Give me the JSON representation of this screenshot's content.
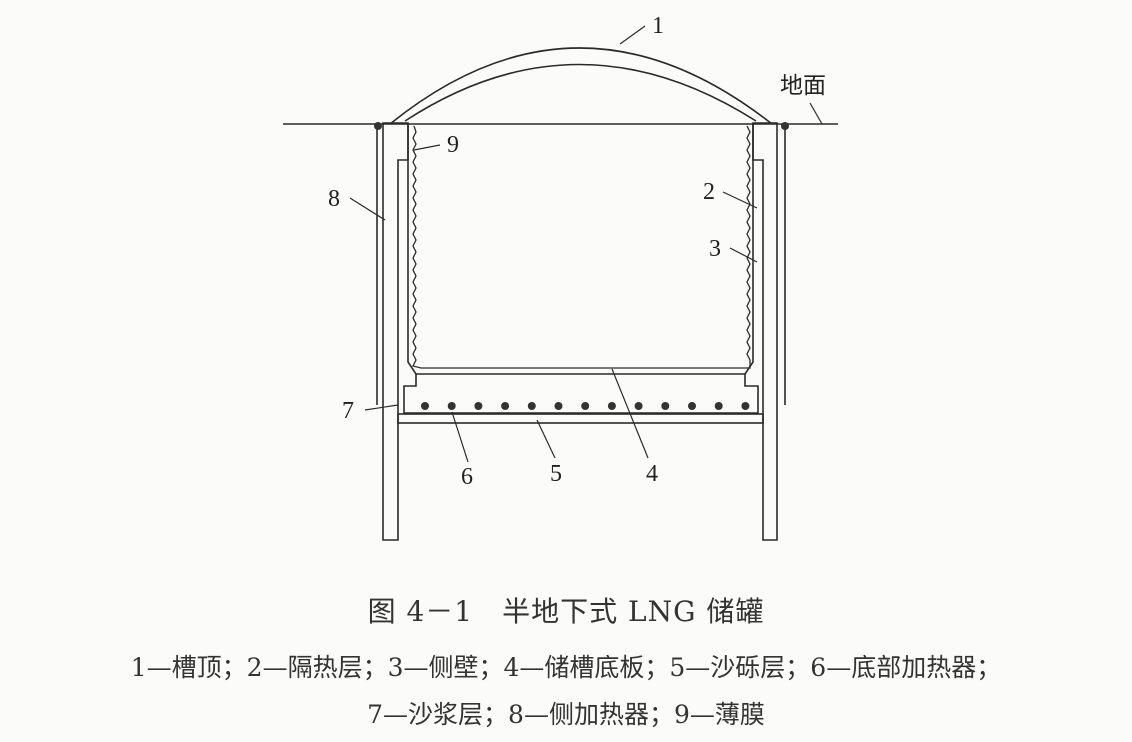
{
  "figure": {
    "ground_label": "地面",
    "part_labels": {
      "p1": "1",
      "p2": "2",
      "p3": "3",
      "p4": "4",
      "p5": "5",
      "p6": "6",
      "p7": "7",
      "p8": "8",
      "p9": "9"
    },
    "caption": "图 4－1　半地下式 LNG 储罐",
    "legend_line1": "1—槽顶；2—隔热层；3—侧壁；4—储槽底板；5—沙砾层；6—底部加热器；",
    "legend_line2": "7—沙浆层；8—侧加热器；9—薄膜"
  },
  "colors": {
    "ink": "#2a2a2a",
    "paper": "#fbfbf9"
  }
}
